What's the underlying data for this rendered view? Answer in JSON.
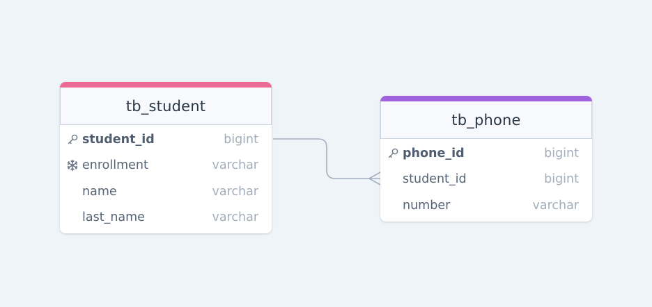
{
  "colors": {
    "background": "#eff4f8",
    "student_accent": "#ec6a96",
    "phone_accent": "#9f64dd",
    "connector": "#a3afbf"
  },
  "tables": {
    "student": {
      "name": "tb_student",
      "columns": [
        {
          "name": "student_id",
          "type": "bigint",
          "icon": "key-icon",
          "primary_key": true
        },
        {
          "name": "enrollment",
          "type": "varchar",
          "icon": "snowflake-icon",
          "primary_key": false
        },
        {
          "name": "name",
          "type": "varchar",
          "icon": "",
          "primary_key": false
        },
        {
          "name": "last_name",
          "type": "varchar",
          "icon": "",
          "primary_key": false
        }
      ]
    },
    "phone": {
      "name": "tb_phone",
      "columns": [
        {
          "name": "phone_id",
          "type": "bigint",
          "icon": "key-icon",
          "primary_key": true
        },
        {
          "name": "student_id",
          "type": "bigint",
          "icon": "",
          "primary_key": false
        },
        {
          "name": "number",
          "type": "varchar",
          "icon": "",
          "primary_key": false
        }
      ]
    }
  },
  "relationship": {
    "from": "tb_student.student_id",
    "to": "tb_phone.student_id",
    "cardinality": "one-to-many"
  }
}
